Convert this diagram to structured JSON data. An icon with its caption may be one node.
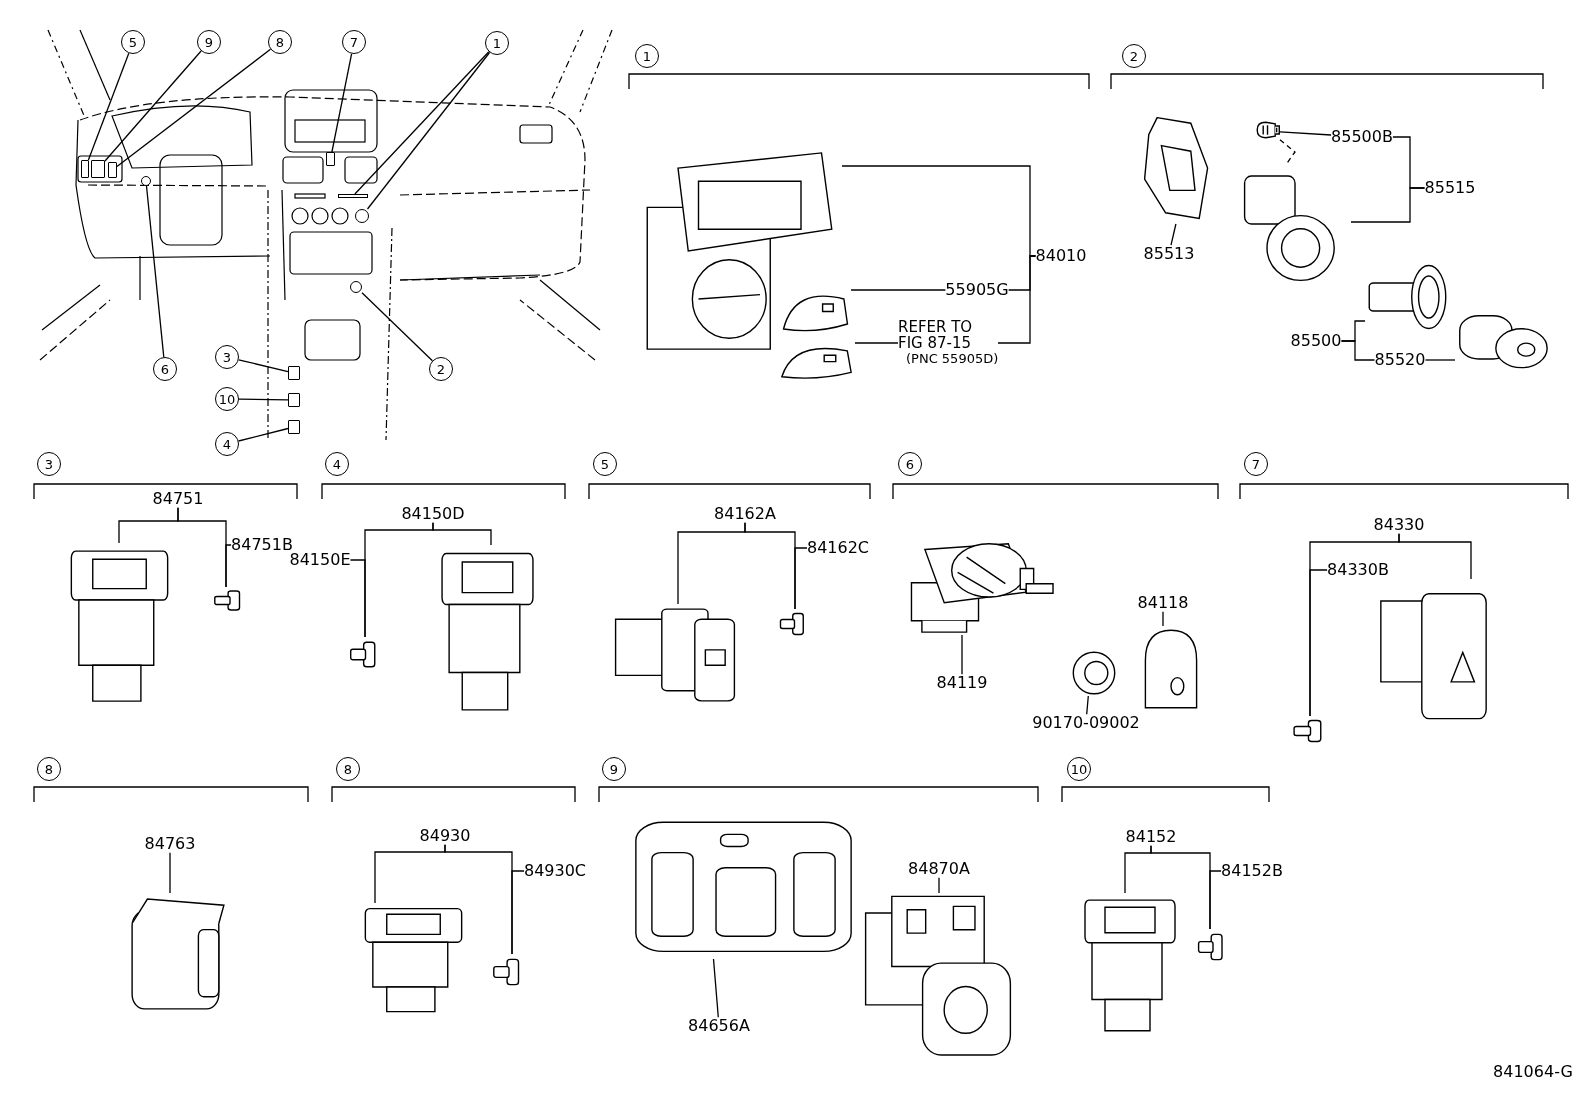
{
  "diagram": {
    "nodes": [
      {
        "text": [
          "5"
        ]
      },
      {
        "text": [
          "9"
        ]
      },
      {
        "text": [
          "8"
        ]
      },
      {
        "text": [
          "7"
        ]
      },
      {
        "text": [
          "1"
        ]
      },
      {
        "text": [
          "6"
        ]
      },
      {
        "text": [
          "2"
        ]
      },
      {
        "text": [
          "3"
        ]
      },
      {
        "text": [
          "10"
        ]
      },
      {
        "text": [
          "4"
        ]
      },
      {
        "text": [
          "84010"
        ]
      },
      {
        "text": [
          "55905G"
        ]
      },
      {
        "text": [
          "REFER TO FIG 87-15",
          "(PNC 55905D)"
        ]
      },
      {
        "text": [],
        "shape": "picture"
      },
      {
        "text": [],
        "shape": "picture"
      },
      {
        "text": [],
        "shape": "picture"
      },
      {
        "text": [
          "85500B"
        ]
      },
      {
        "text": [
          "85515"
        ]
      },
      {
        "text": [
          "85513"
        ]
      },
      {
        "text": [
          "85500"
        ]
      },
      {
        "text": [
          "85520"
        ]
      },
      {
        "text": [],
        "shape": "picture"
      },
      {
        "text": [],
        "shape": "picture"
      },
      {
        "text": [],
        "shape": "picture"
      },
      {
        "text": [],
        "shape": "picture"
      },
      {
        "text": [],
        "shape": "picture"
      },
      {
        "text": [
          "84751"
        ]
      },
      {
        "text": [
          "84751B"
        ]
      },
      {
        "text": [],
        "shape": "picture"
      },
      {
        "text": [],
        "shape": "picture"
      },
      {
        "text": [
          "84150D"
        ]
      },
      {
        "text": [
          "84150E"
        ]
      },
      {
        "text": [],
        "shape": "picture"
      },
      {
        "text": [],
        "shape": "picture"
      },
      {
        "text": [
          "84162A"
        ]
      },
      {
        "text": [
          "84162C"
        ]
      },
      {
        "text": [],
        "shape": "picture"
      },
      {
        "text": [],
        "shape": "picture"
      },
      {
        "text": [
          "84119"
        ]
      },
      {
        "text": [
          "90170-09002"
        ]
      },
      {
        "text": [
          "84118"
        ]
      },
      {
        "text": [],
        "shape": "picture"
      },
      {
        "text": [],
        "shape": "picture"
      },
      {
        "text": [],
        "shape": "picture"
      },
      {
        "text": [
          "84330"
        ]
      },
      {
        "text": [
          "84330B"
        ]
      },
      {
        "text": [],
        "shape": "picture"
      },
      {
        "text": [],
        "shape": "picture"
      },
      {
        "text": [
          "84763"
        ]
      },
      {
        "text": [],
        "shape": "picture"
      },
      {
        "text": [
          "84930"
        ]
      },
      {
        "text": [
          "84930C"
        ]
      },
      {
        "text": [],
        "shape": "picture"
      },
      {
        "text": [],
        "shape": "picture"
      },
      {
        "text": [
          "84656A"
        ]
      },
      {
        "text": [
          "84870A"
        ]
      },
      {
        "text": [],
        "shape": "picture"
      },
      {
        "text": [],
        "shape": "picture"
      },
      {
        "text": [
          "84152"
        ]
      },
      {
        "text": [
          "84152B"
        ]
      },
      {
        "text": [],
        "shape": "picture"
      },
      {
        "text": [],
        "shape": "picture"
      },
      {
        "text": [],
        "shape": "box"
      },
      {
        "text": [],
        "shape": "box"
      },
      {
        "text": [],
        "shape": "box"
      },
      {
        "text": [],
        "shape": "box"
      },
      {
        "text": [],
        "shape": "bar"
      },
      {
        "text": [],
        "shape": "circle"
      },
      {
        "text": [],
        "shape": "circle"
      },
      {
        "text": [],
        "shape": "circle"
      },
      {
        "text": [],
        "shape": "box"
      },
      {
        "text": [],
        "shape": "box"
      },
      {
        "text": [],
        "shape": "box"
      },
      {
        "text": [
          "1"
        ]
      },
      {
        "text": [
          "2"
        ]
      },
      {
        "text": [
          "3"
        ]
      },
      {
        "text": [
          "4"
        ]
      },
      {
        "text": [
          "5"
        ]
      },
      {
        "text": [
          "6"
        ]
      },
      {
        "text": [
          "7"
        ]
      },
      {
        "text": [
          "8"
        ]
      },
      {
        "text": [
          "8"
        ]
      },
      {
        "text": [
          "9"
        ]
      },
      {
        "text": [
          "10"
        ]
      }
    ],
    "edges": [
      {
        "from": 0,
        "to": 62,
        "arrow": "none"
      },
      {
        "from": 1,
        "to": 63,
        "arrow": "none"
      },
      {
        "from": 2,
        "to": 64,
        "arrow": "none"
      },
      {
        "from": 3,
        "to": 65,
        "arrow": "none"
      },
      {
        "from": 4,
        "to": 66,
        "arrow": "none"
      },
      {
        "from": 4,
        "to": 67,
        "arrow": "none"
      },
      {
        "from": 5,
        "to": 68,
        "arrow": "none"
      },
      {
        "from": 6,
        "to": 69,
        "arrow": "none"
      },
      {
        "from": 7,
        "to": 70,
        "arrow": "none"
      },
      {
        "from": 8,
        "to": 71,
        "arrow": "none"
      },
      {
        "from": 9,
        "to": 72,
        "arrow": "none"
      },
      {
        "from": 10,
        "to": 13,
        "arrow": "none"
      },
      {
        "from": 10,
        "to": 11,
        "arrow": "none"
      },
      {
        "from": 10,
        "to": 12,
        "arrow": "none"
      },
      {
        "from": 11,
        "to": 14,
        "arrow": "none"
      },
      {
        "from": 12,
        "to": 15,
        "arrow": "none"
      },
      {
        "from": 21,
        "to": 22,
        "arrow": "none",
        "style": "dashed"
      },
      {
        "from": 16,
        "to": 21,
        "arrow": "none"
      },
      {
        "from": 17,
        "to": 16,
        "arrow": "none"
      },
      {
        "from": 17,
        "to": 22,
        "arrow": "none"
      },
      {
        "from": 18,
        "to": 23,
        "arrow": "none"
      },
      {
        "from": 19,
        "to": 24,
        "arrow": "none"
      },
      {
        "from": 19,
        "to": 20,
        "arrow": "none"
      },
      {
        "from": 20,
        "to": 25,
        "arrow": "none"
      },
      {
        "from": 26,
        "to": 28,
        "arrow": "none"
      },
      {
        "from": 26,
        "to": 29,
        "arrow": "none"
      },
      {
        "from": 27,
        "to": 29,
        "arrow": "none"
      },
      {
        "from": 30,
        "to": 32,
        "arrow": "none"
      },
      {
        "from": 30,
        "to": 33,
        "arrow": "none"
      },
      {
        "from": 31,
        "to": 32,
        "arrow": "none"
      },
      {
        "from": 34,
        "to": 36,
        "arrow": "none"
      },
      {
        "from": 34,
        "to": 37,
        "arrow": "none"
      },
      {
        "from": 35,
        "to": 37,
        "arrow": "none"
      },
      {
        "from": 38,
        "to": 41,
        "arrow": "none"
      },
      {
        "from": 39,
        "to": 42,
        "arrow": "none"
      },
      {
        "from": 40,
        "to": 43,
        "arrow": "none"
      },
      {
        "from": 44,
        "to": 46,
        "arrow": "none"
      },
      {
        "from": 44,
        "to": 47,
        "arrow": "none"
      },
      {
        "from": 45,
        "to": 46,
        "arrow": "none"
      },
      {
        "from": 48,
        "to": 49,
        "arrow": "none"
      },
      {
        "from": 50,
        "to": 52,
        "arrow": "none"
      },
      {
        "from": 50,
        "to": 53,
        "arrow": "none"
      },
      {
        "from": 51,
        "to": 53,
        "arrow": "none"
      },
      {
        "from": 54,
        "to": 56,
        "arrow": "none"
      },
      {
        "from": 55,
        "to": 57,
        "arrow": "none"
      },
      {
        "from": 58,
        "to": 60,
        "arrow": "none"
      },
      {
        "from": 58,
        "to": 61,
        "arrow": "none"
      },
      {
        "from": 59,
        "to": 61,
        "arrow": "none"
      }
    ],
    "labels": [
      "841064-G"
    ]
  }
}
